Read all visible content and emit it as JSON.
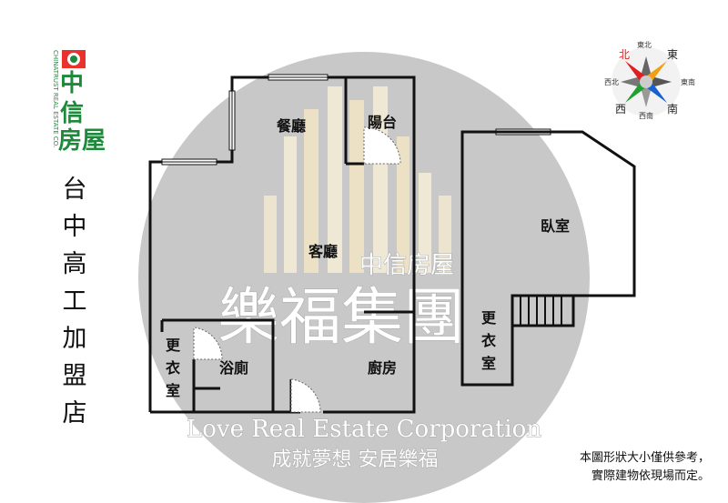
{
  "logo": {
    "brand_cn": "中信房屋",
    "brand_en": "CHINATRUST REAL ESTATE CO."
  },
  "store_name": "台中高工加盟店",
  "store_chars": [
    "台",
    "中",
    "高",
    "工",
    "加",
    "盟",
    "店"
  ],
  "rooms": {
    "dining": "餐廳",
    "balcony": "陽台",
    "living": "客廳",
    "bedroom": "臥室",
    "closet_left": [
      "更",
      "衣",
      "室"
    ],
    "closet_right": [
      "更",
      "衣",
      "室"
    ],
    "bathroom": "浴廁",
    "kitchen": "廚房"
  },
  "watermark": {
    "title": "樂福集團",
    "english": "Love Real Estate Corporation",
    "slogan": "成就夢想 安居樂福",
    "small": "中信房屋"
  },
  "compass": {
    "n": "北",
    "ne": "東北",
    "e": "東",
    "se": "東南",
    "s": "南",
    "sw": "西南",
    "w": "西",
    "nw": "西北"
  },
  "disclaimer": [
    "本圖形狀大小僅供參考，",
    "實際建物依現場而定。"
  ],
  "colors": {
    "wall": "#111111",
    "watermark_circle": "#c8c8c8",
    "logo_green": "#1c8a3a",
    "logo_red": "#e8322b",
    "north_red": "#e02020"
  }
}
